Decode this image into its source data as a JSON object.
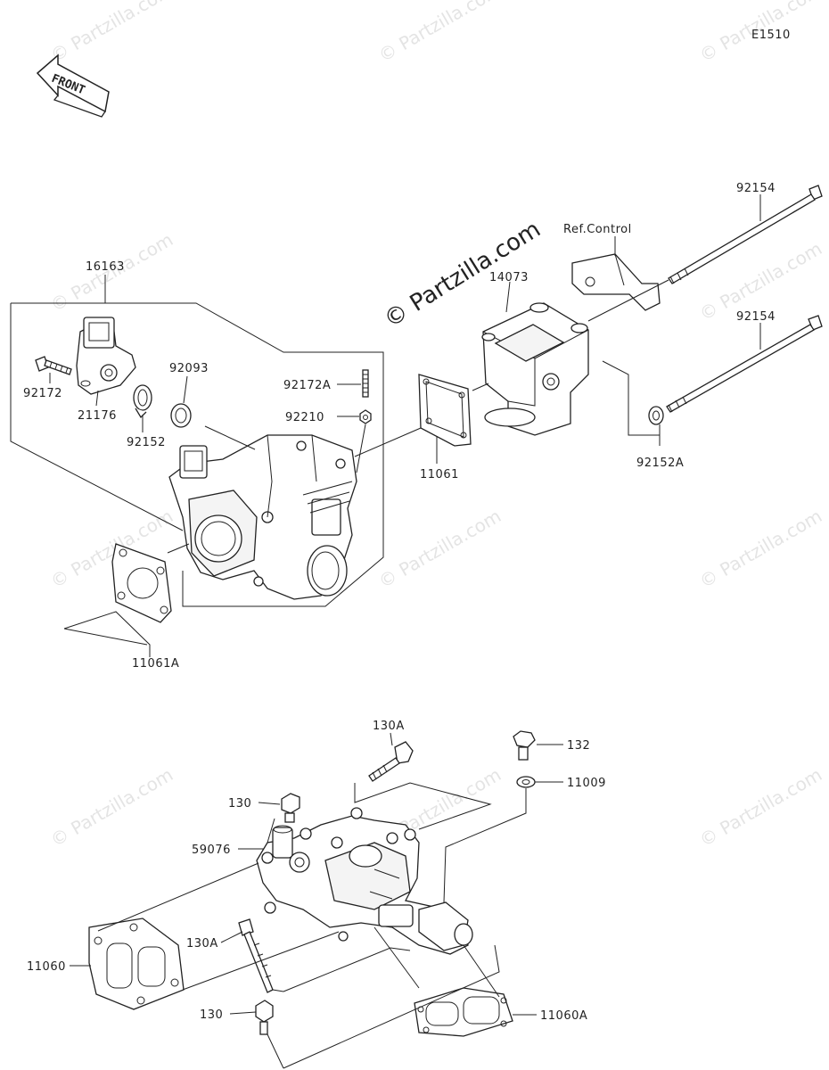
{
  "diagram_code": "E1510",
  "front_label": "FRONT",
  "watermark": "© Partzilla.com",
  "ref_label": "Ref.Control",
  "labels": {
    "p16163": "16163",
    "p92172": "92172",
    "p21176": "21176",
    "p92152": "92152",
    "p92093": "92093",
    "p92172A": "92172A",
    "p92210": "92210",
    "p11061": "11061",
    "p11061A": "11061A",
    "p14073": "14073",
    "p92154a": "92154",
    "p92154b": "92154",
    "p92152A": "92152A",
    "p130Atop": "130A",
    "p132": "132",
    "p11009": "11009",
    "p130top": "130",
    "p59076": "59076",
    "p11060": "11060",
    "p130Abot": "130A",
    "p130bot": "130",
    "p11060A": "11060A"
  }
}
